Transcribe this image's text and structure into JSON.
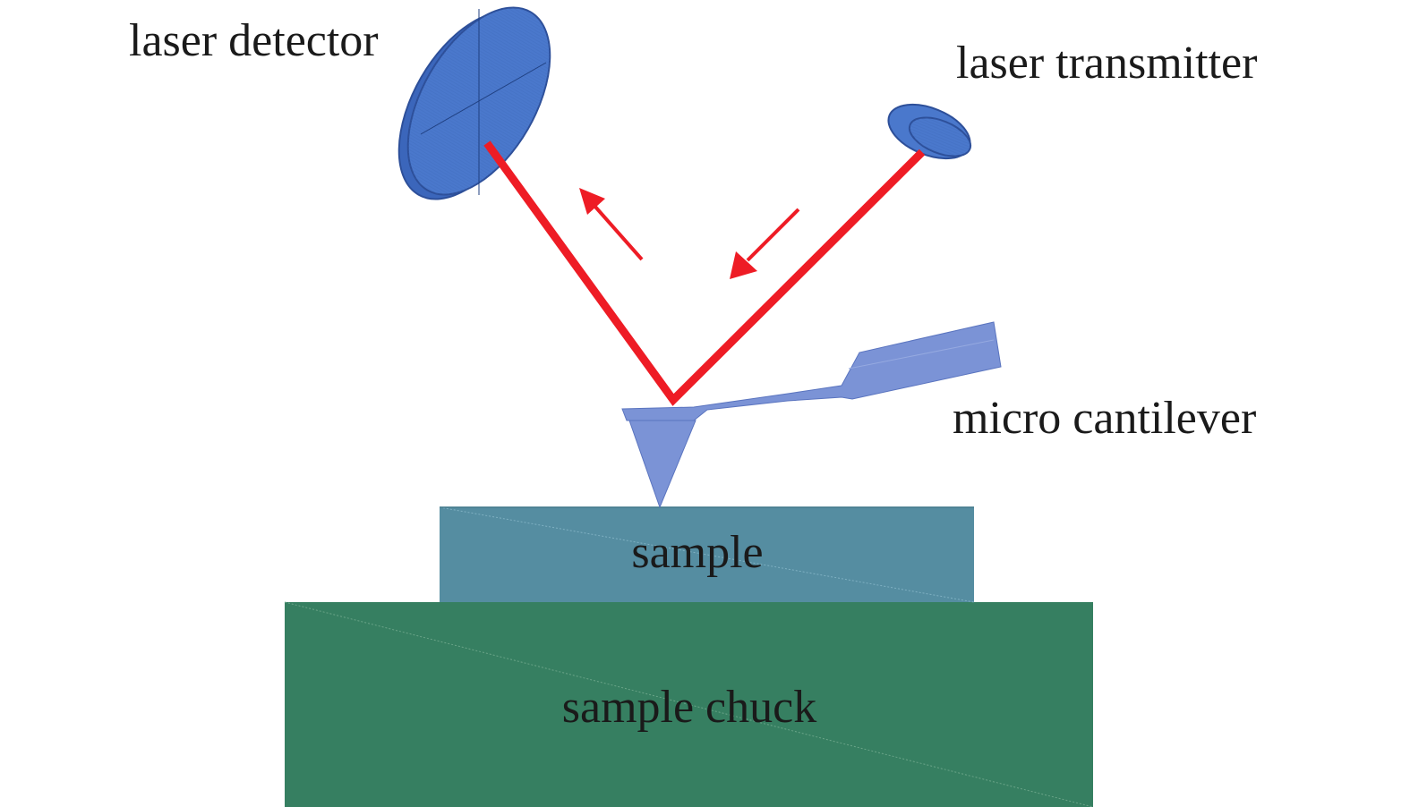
{
  "labels": {
    "laser_detector": "laser detector",
    "laser_transmitter": "laser transmitter",
    "micro_cantilever": "micro cantilever",
    "sample": "sample",
    "sample_chuck": "sample chuck"
  },
  "colors": {
    "laser_beam": "#ee1c25",
    "component_blue": "#4a78cc",
    "cantilever_blue": "#7b93d6",
    "sample": "#558da1",
    "sample_chuck": "#367f61",
    "text": "#1a1a1a"
  }
}
